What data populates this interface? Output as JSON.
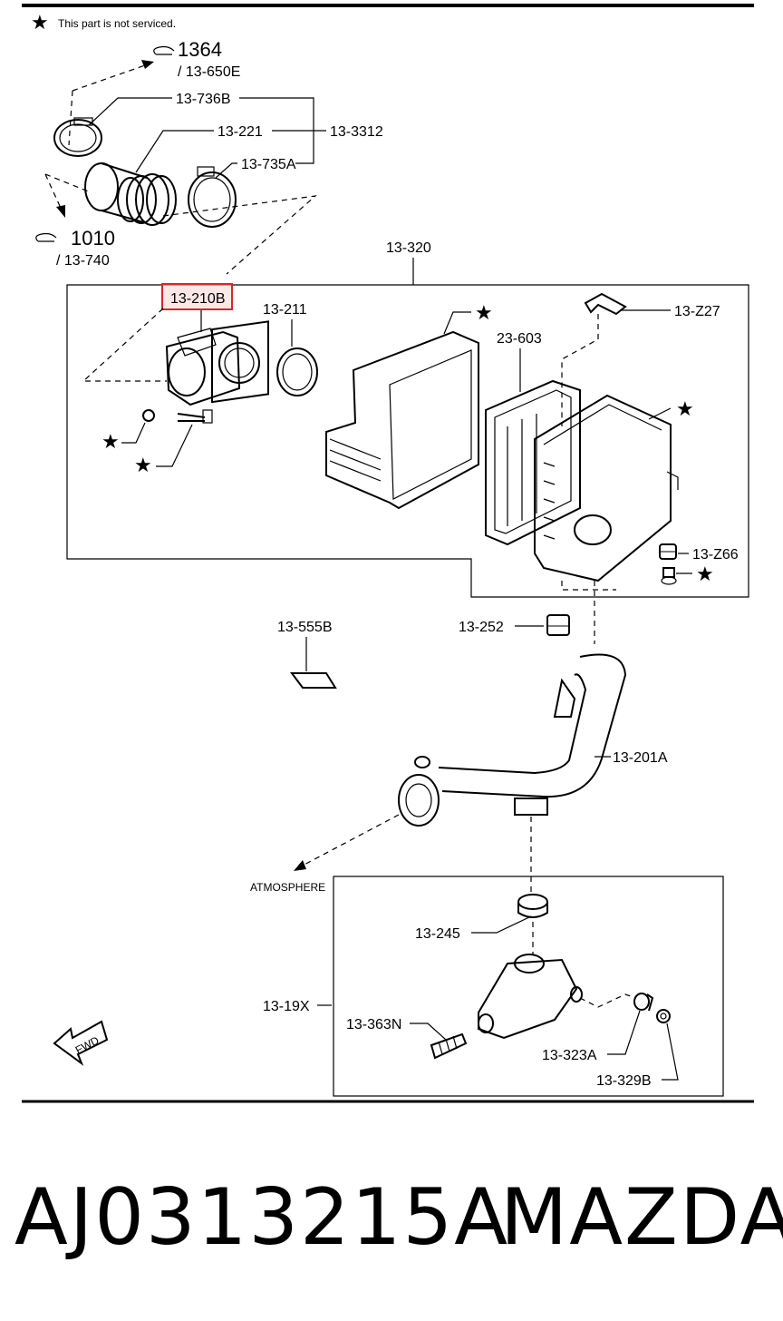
{
  "legend": {
    "star": "★",
    "note": "This part is not serviced."
  },
  "refs": [
    {
      "page": "1364",
      "sub": "/ 13-650E"
    },
    {
      "page": "1010",
      "sub": "/ 13-740"
    }
  ],
  "labels": {
    "p13_736B": "13-736B",
    "p13_221": "13-221",
    "p13_3312": "13-3312",
    "p13_735A": "13-735A",
    "p13_320": "13-320",
    "p13_210B": "13-210B",
    "p13_211": "13-211",
    "p23_603": "23-603",
    "p13_Z27": "13-Z27",
    "p13_Z66": "13-Z66",
    "p13_555B": "13-555B",
    "p13_252": "13-252",
    "p13_201A": "13-201A",
    "atmosphere": "ATMOSPHERE",
    "p13_245": "13-245",
    "p13_19X": "13-19X",
    "p13_363N": "13-363N",
    "p13_323A": "13-323A",
    "p13_329B": "13-329B",
    "fwd": "FWD"
  },
  "highlight": {
    "part": "13-210B",
    "color": "#d6262b"
  },
  "caption": {
    "part_number": "AJ0313215A",
    "brand": "MAZDA"
  }
}
